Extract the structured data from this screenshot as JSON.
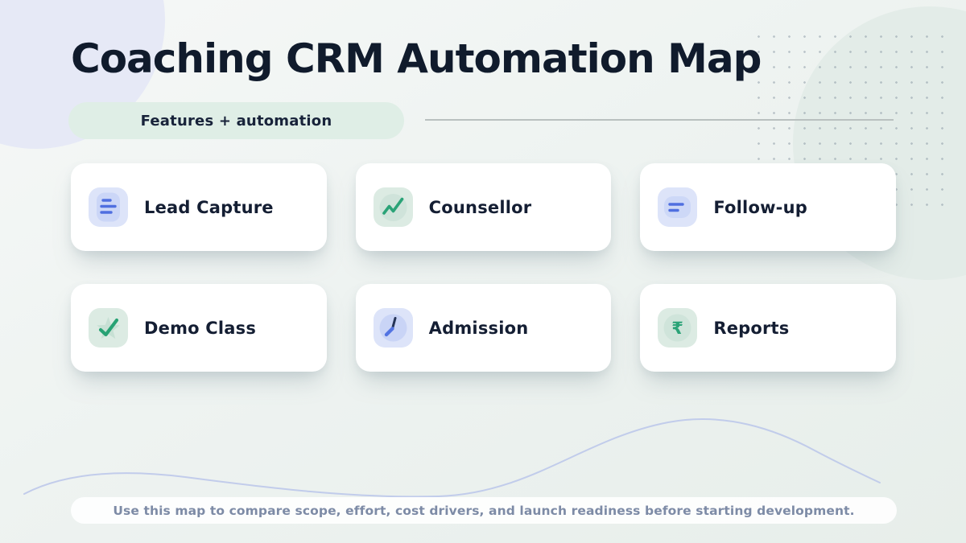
{
  "header": {
    "title": "Coaching CRM Automation Map",
    "badge_label": "Features + automation"
  },
  "cards": [
    {
      "label": "Lead Capture",
      "icon": "document-lines-icon",
      "accent": "blue"
    },
    {
      "label": "Counsellor",
      "icon": "trend-up-icon",
      "accent": "green"
    },
    {
      "label": "Follow-up",
      "icon": "list-lines-icon",
      "accent": "blue"
    },
    {
      "label": "Demo Class",
      "icon": "star-check-icon",
      "accent": "green"
    },
    {
      "label": "Admission",
      "icon": "clock-icon",
      "accent": "blue"
    },
    {
      "label": "Reports",
      "icon": "rupee-icon",
      "accent": "green"
    }
  ],
  "icons": {
    "rupee_symbol": "₹"
  },
  "footer": {
    "note": "Use this map to compare scope, effort, cost drivers, and launch readiness before starting development."
  },
  "colors": {
    "accent_blue": "#4f6fe0",
    "accent_green": "#2aa377",
    "title_text": "#101b2c",
    "badge_bg": "#dfeee6",
    "card_bg": "#ffffff",
    "footer_text": "#7d8ba6"
  }
}
